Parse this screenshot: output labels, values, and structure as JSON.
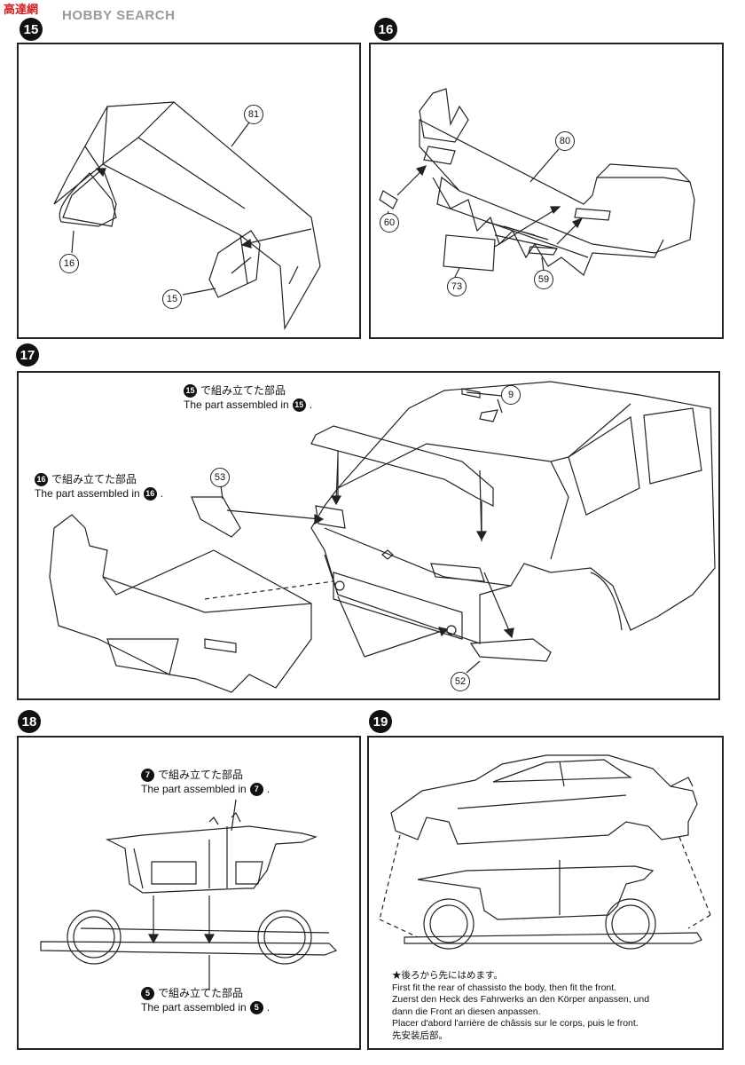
{
  "watermark": {
    "logo": "高達網",
    "text": "HOBBY SEARCH"
  },
  "steps": [
    {
      "number": "15",
      "callouts": [
        "81",
        "16",
        "15"
      ]
    },
    {
      "number": "16",
      "callouts": [
        "80",
        "60",
        "73",
        "59"
      ]
    },
    {
      "number": "17",
      "callouts": [
        "9",
        "53",
        "52"
      ],
      "notes": [
        {
          "ref": "15",
          "jp": "で組み立てた部品",
          "en_prefix": "The part assembled in",
          "en_suffix": "."
        },
        {
          "ref": "16",
          "jp": "で組み立てた部品",
          "en_prefix": "The part assembled in",
          "en_suffix": "."
        }
      ]
    },
    {
      "number": "18",
      "notes": [
        {
          "ref": "7",
          "jp": "で組み立てた部品",
          "en_prefix": "The part assembled in",
          "en_suffix": "."
        },
        {
          "ref": "5",
          "jp": "で組み立てた部品",
          "en_prefix": "The part assembled in",
          "en_suffix": "."
        }
      ]
    },
    {
      "number": "19",
      "instructions": [
        "★後ろから先にはめます。",
        "First fit the rear of chassisto the body, then fit the front.",
        "Zuerst den Heck des Fahrwerks an den Körper anpassen, und",
        "dann die Front an diesen anpassen.",
        "Placer d'abord l'arrière de châssis sur le corps, puis le front.",
        "先安装后部。"
      ]
    }
  ]
}
